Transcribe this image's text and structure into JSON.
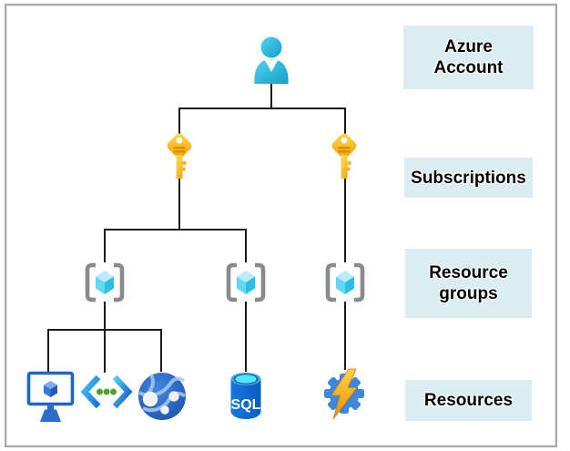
{
  "levels": {
    "azure_account": {
      "label": "Azure\nAccount"
    },
    "subscriptions": {
      "label": "Subscriptions"
    },
    "resource_groups": {
      "label": "Resource\ngroups"
    },
    "resources": {
      "label": "Resources"
    }
  },
  "nodes": {
    "account_icon": "person",
    "subscription_icons": [
      "key",
      "key"
    ],
    "resource_group_icons": [
      "resource-group-cube",
      "resource-group-cube",
      "resource-group-cube"
    ],
    "resource_icons": [
      "virtual-machine",
      "code-brackets",
      "app-service-globe",
      "sql-database",
      "automation-gear"
    ]
  },
  "sql_label": "SQL",
  "colors": {
    "label_box_bg": "#dbedf3",
    "connector_line": "#1a1a1a",
    "border": "#a9a9a9",
    "person_cyan": "#29b8dd",
    "key_gold": "#f9b000",
    "cube_cyan": "#45cdee",
    "bracket_grey": "#8a8a8a",
    "vm_blue": "#2264c6",
    "code_dot_green": "#4da32e",
    "globe_blue": "#2a66c9",
    "sql_body_blue": "#0d6ed6",
    "sql_top_cyan": "#50e6ff",
    "gear_blue": "#4186dd",
    "bolt_orange": "#f39200"
  }
}
